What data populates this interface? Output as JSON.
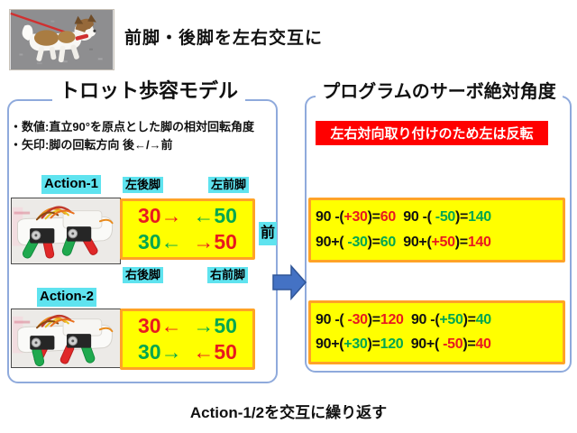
{
  "colors": {
    "red": "#E8191F",
    "green": "#00A650",
    "black": "#111111",
    "cyan_highlight": "#5FE3EF",
    "yellow": "#FFFF00",
    "orange_border": "#FFA326",
    "panel_border": "#8FAADC",
    "note_bg": "#FF0000",
    "arrow_blue": "#4472C4"
  },
  "header": {
    "title": "前脚・後脚を左右交互に"
  },
  "left_panel": {
    "title": "トロット歩容モデル",
    "bullets": [
      "・数値:直立90°を原点とした脚の相対回転角度",
      "・矢印:脚の回転方向 後←/→前"
    ],
    "front_label": "前",
    "leg_labels": {
      "left_hind": "左後脚",
      "left_fore": "左前脚",
      "right_hind": "右後脚",
      "right_fore": "右前脚"
    },
    "action1": {
      "label": "Action-1",
      "rows": [
        {
          "segments": [
            {
              "text": "30→",
              "color": "red"
            },
            {
              "text": "  ←50",
              "color": "green"
            }
          ]
        },
        {
          "segments": [
            {
              "text": "30←",
              "color": "green"
            },
            {
              "text": "  →50",
              "color": "red"
            }
          ]
        }
      ]
    },
    "action2": {
      "label": "Action-2",
      "rows": [
        {
          "segments": [
            {
              "text": "30←",
              "color": "red"
            },
            {
              "text": "  →50",
              "color": "green"
            }
          ]
        },
        {
          "segments": [
            {
              "text": "30→",
              "color": "green"
            },
            {
              "text": "  ←50",
              "color": "red"
            }
          ]
        }
      ]
    }
  },
  "right_panel": {
    "title": "プログラムのサーボ絶対角度",
    "note": "左右対向取り付けのため左は反転",
    "box1": {
      "rows": [
        {
          "segments": [
            {
              "text": "90 -(",
              "color": "black"
            },
            {
              "text": "+30",
              "color": "red"
            },
            {
              "text": ")=",
              "color": "black"
            },
            {
              "text": "60",
              "color": "red"
            },
            {
              "text": "  90 -(",
              "color": "black"
            },
            {
              "text": " -50",
              "color": "green"
            },
            {
              "text": ")=",
              "color": "black"
            },
            {
              "text": "140",
              "color": "green"
            }
          ]
        },
        {
          "segments": [
            {
              "text": "90+(",
              "color": "black"
            },
            {
              "text": " -30",
              "color": "green"
            },
            {
              "text": ")=",
              "color": "black"
            },
            {
              "text": "60",
              "color": "green"
            },
            {
              "text": "  90+(",
              "color": "black"
            },
            {
              "text": "+50",
              "color": "red"
            },
            {
              "text": ")=",
              "color": "black"
            },
            {
              "text": "140",
              "color": "red"
            }
          ]
        }
      ]
    },
    "box2": {
      "rows": [
        {
          "segments": [
            {
              "text": "90 -(",
              "color": "black"
            },
            {
              "text": " -30",
              "color": "red"
            },
            {
              "text": ")=",
              "color": "black"
            },
            {
              "text": "120",
              "color": "red"
            },
            {
              "text": "  90 -(",
              "color": "black"
            },
            {
              "text": "+50",
              "color": "green"
            },
            {
              "text": ")=",
              "color": "black"
            },
            {
              "text": "40",
              "color": "green"
            }
          ]
        },
        {
          "segments": [
            {
              "text": "90+(",
              "color": "black"
            },
            {
              "text": "+30",
              "color": "green"
            },
            {
              "text": ")=",
              "color": "black"
            },
            {
              "text": "120",
              "color": "green"
            },
            {
              "text": "  90+(",
              "color": "black"
            },
            {
              "text": " -50",
              "color": "red"
            },
            {
              "text": ")=",
              "color": "black"
            },
            {
              "text": "40",
              "color": "red"
            }
          ]
        }
      ]
    }
  },
  "footer": {
    "caption": "Action-1/2を交互に繰り返す"
  }
}
